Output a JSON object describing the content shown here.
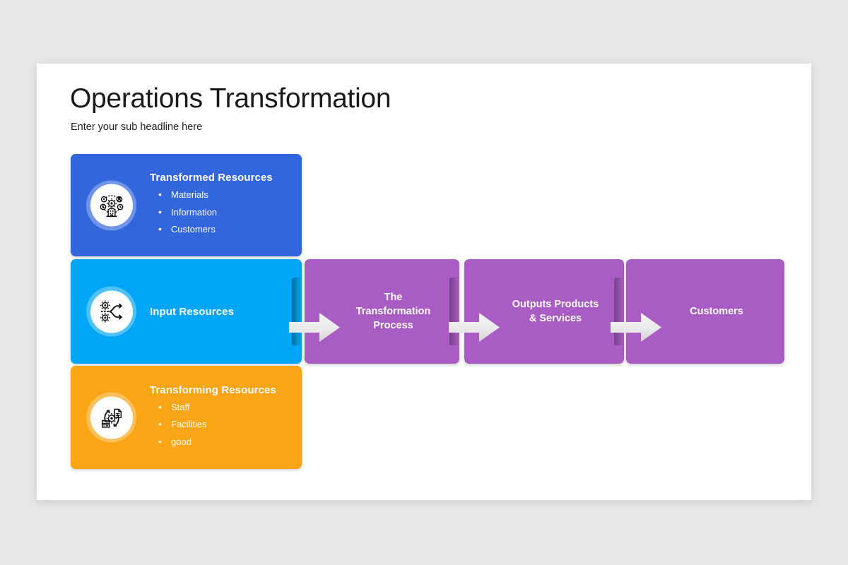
{
  "slide": {
    "title": "Operations Transformation",
    "subtitle": "Enter your sub headline here",
    "background": "#e9e8e8",
    "surface": "#ffffff"
  },
  "colors": {
    "blue": "#3366dd",
    "cyan": "#00a6f5",
    "orange": "#f9a515",
    "purple": "#a85cc4",
    "arrow": "#e6e6e6",
    "text_on_card": "#ffffff",
    "title_text": "#1a1a1a"
  },
  "side_cards": [
    {
      "id": "transformed-resources",
      "title": "Transformed Resources",
      "icon": "resources-network-icon",
      "color": "#3366dd",
      "bullets": [
        "Materials",
        "Information",
        "Customers"
      ]
    },
    {
      "id": "input-resources",
      "title": "Input Resources",
      "icon": "gears-flow-icon",
      "color": "#00a6f5",
      "bullets": []
    },
    {
      "id": "transforming-resources",
      "title": "Transforming Resources",
      "icon": "gear-cycle-icon",
      "color": "#f9a515",
      "bullets": [
        "Staff",
        "Facilities",
        "good"
      ]
    }
  ],
  "process_steps": [
    {
      "id": "transformation-process",
      "label": "The\nTransformation\nProcess"
    },
    {
      "id": "outputs-products-services",
      "label": "Outputs Products\n& Services"
    },
    {
      "id": "customers",
      "label": "Customers"
    }
  ],
  "arrows": [
    {
      "id": "arrow-input-to-process",
      "icon": "right-arrow-icon"
    },
    {
      "id": "arrow-process-to-outputs",
      "icon": "right-arrow-icon"
    },
    {
      "id": "arrow-outputs-to-customers",
      "icon": "right-arrow-icon"
    }
  ]
}
